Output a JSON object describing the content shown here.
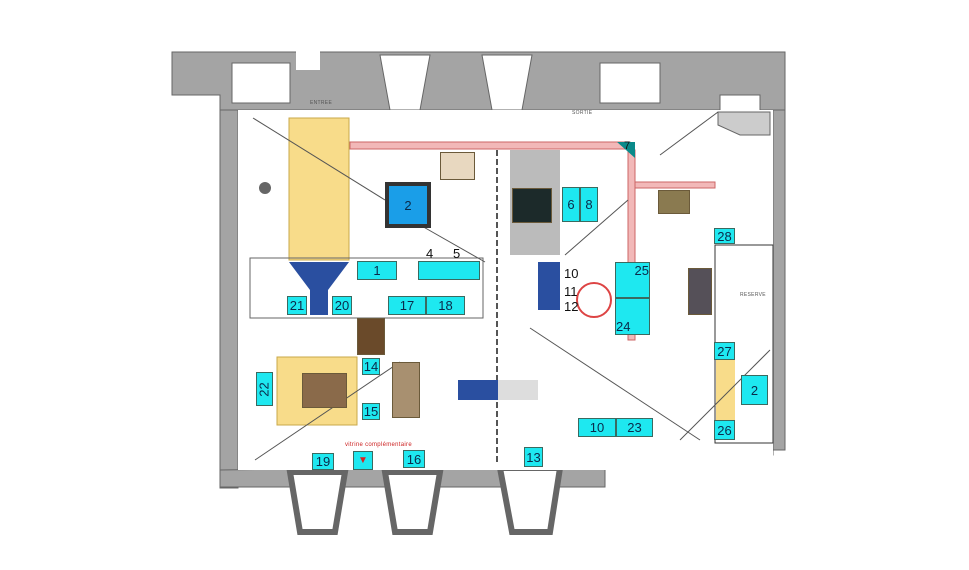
{
  "plan": {
    "labels": {
      "entrance": "ENTREE",
      "exit": "SORTIE",
      "reserve": "RESERVE",
      "extra_case": "vitrine complémentaire"
    },
    "cases": {
      "c2": "2",
      "c1": "1",
      "c4": "4",
      "c5": "5",
      "c21": "21",
      "c20": "20",
      "c17": "17",
      "c18": "18",
      "c6": "6",
      "c8": "8",
      "c7": "7",
      "c10": "10",
      "c11": "11",
      "c12": "12",
      "c25": "25",
      "c24": "24",
      "c28": "28",
      "c27": "27",
      "c2b": "2",
      "c26": "26",
      "c14": "14",
      "c15": "15",
      "c22": "22",
      "c10b": "10",
      "c23": "23",
      "c19": "19",
      "c16": "16",
      "c13": "13"
    },
    "colors": {
      "wall": "#a4a4a4",
      "case": "#1ee8f0",
      "highlight": "#f8dc8a",
      "blue": "#2a4fa0",
      "partition": "#f2b8b8"
    }
  }
}
